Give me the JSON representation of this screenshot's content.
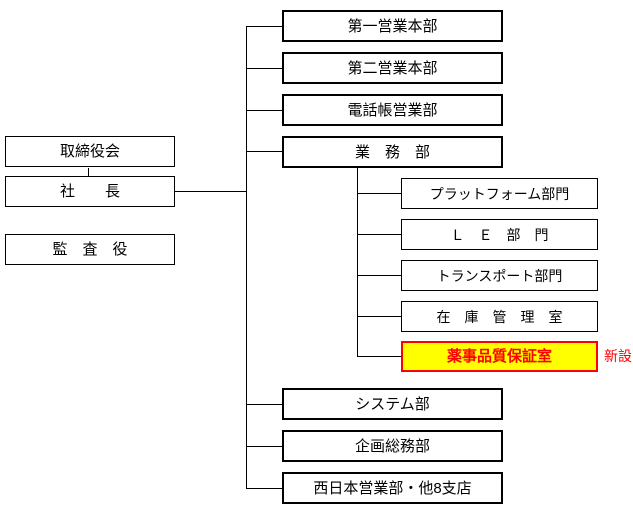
{
  "chart": {
    "title_note": "組織図",
    "background_color": "#ffffff",
    "line_color": "#000000",
    "highlight_fill": "#ffff00",
    "highlight_border": "#ff0000",
    "highlight_text_color": "#ff0000"
  },
  "executive": {
    "items": [
      {
        "label": "取締役会"
      },
      {
        "label": "社　　長"
      },
      {
        "label": "監　査　役"
      }
    ]
  },
  "divisions": {
    "top": [
      {
        "label": "第一営業本部"
      },
      {
        "label": "第二営業本部"
      },
      {
        "label": "電話帳営業部"
      },
      {
        "label": "業　務　部"
      }
    ],
    "bottom": [
      {
        "label": "システム部"
      },
      {
        "label": "企画総務部"
      },
      {
        "label": "西日本営業部・他8支店"
      }
    ]
  },
  "gyomu_sub_departments": [
    {
      "label": "プラットフォーム部門",
      "highlight": "false"
    },
    {
      "label": "Ｌ　Ｅ　部　門",
      "highlight": "false"
    },
    {
      "label": "トランスポート部門",
      "highlight": "false"
    },
    {
      "label": "在　庫　管　理　室",
      "highlight": "false"
    },
    {
      "label": "薬事品質保証室",
      "highlight": "true"
    }
  ],
  "annotations": {
    "new_department": "新設"
  }
}
